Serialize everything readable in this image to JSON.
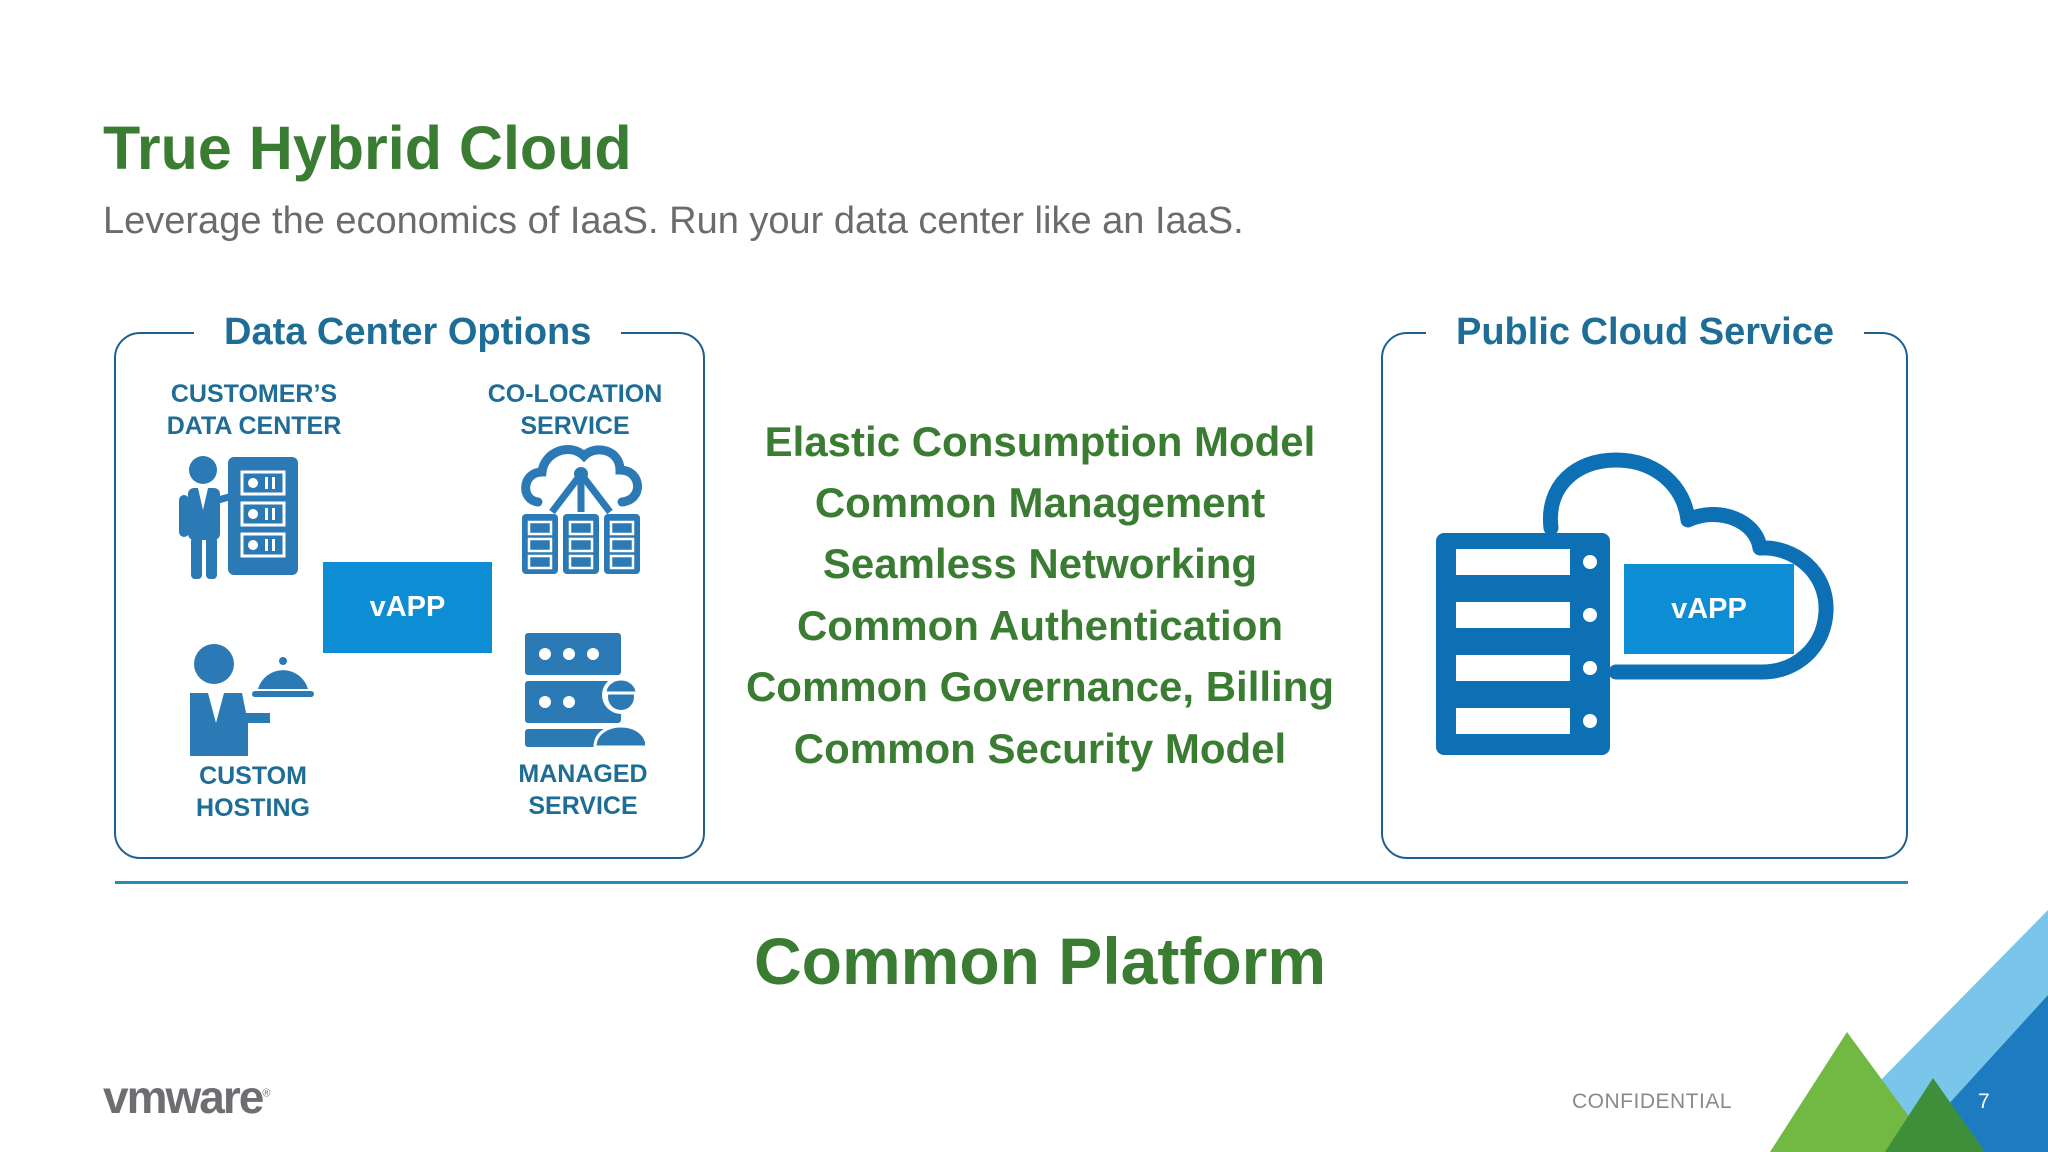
{
  "slide": {
    "title": "True Hybrid Cloud",
    "subtitle": "Leverage the economics of IaaS.  Run your data center like an IaaS."
  },
  "data_center": {
    "heading": "Data Center Options",
    "customers_dc": [
      "CUSTOMER’S",
      "DATA CENTER"
    ],
    "colocation": [
      "CO-LOCATION",
      "SERVICE"
    ],
    "custom_hosting": [
      "CUSTOM",
      "HOSTING"
    ],
    "managed": [
      "MANAGED",
      "SERVICE"
    ],
    "vapp_label": "vAPP"
  },
  "public_cloud": {
    "heading": "Public Cloud Service",
    "vapp_label": "vAPP"
  },
  "features": [
    "Elastic Consumption Model",
    "Common Management",
    "Seamless Networking",
    "Common Authentication",
    "Common Governance, Billing",
    "Common Security Model"
  ],
  "platform": "Common Platform",
  "footer": {
    "logo": "vmware",
    "logo_mark": "®",
    "confidential": "CONFIDENTIAL",
    "page_number": "7"
  },
  "colors": {
    "green": "#3a7d32",
    "blue": "#1e6d96",
    "accent_blue": "#0d8dd3"
  }
}
